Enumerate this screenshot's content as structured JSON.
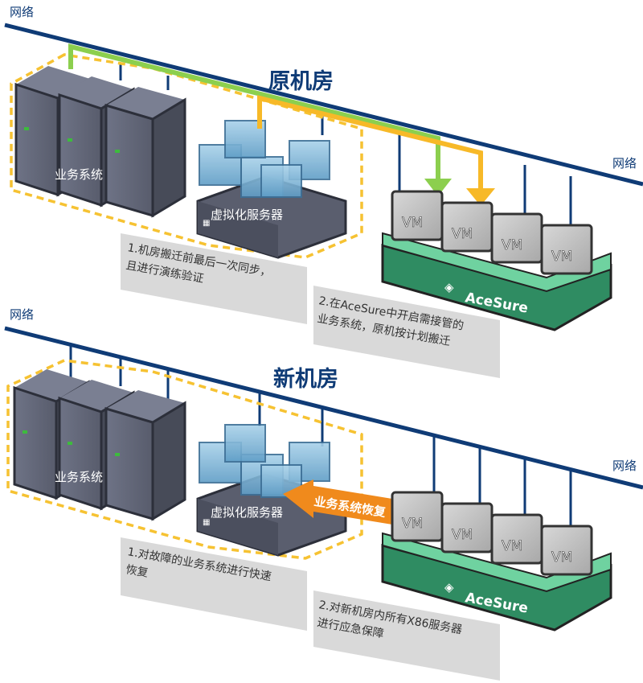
{
  "top": {
    "net_left": "网络",
    "net_right": "网络",
    "title": "原机房",
    "server_label": "业务系统",
    "virt_label": "虚拟化服务器",
    "vm_label": "VM",
    "acesure": "AceSure",
    "note1": [
      "1.机房搬迁前最后一次同步，",
      "且进行演练验证"
    ],
    "note2": [
      "2.在AceSure中开启需接管的",
      "业务系统，原机按计划搬迁"
    ]
  },
  "bottom": {
    "net_left": "网络",
    "net_right": "网络",
    "title": "新机房",
    "server_label": "业务系统",
    "virt_label": "虚拟化服务器",
    "vm_label": "VM",
    "acesure": "AceSure",
    "arrow_label": "业务系统恢复",
    "note1": [
      "1.对故障的业务系统进行快速",
      "恢复"
    ],
    "note2": [
      "2.对新机房内所有X86服务器",
      "进行应急保障"
    ]
  },
  "colors": {
    "network_line": "#0f3b76",
    "title": "#0f3b76",
    "dash": "#f6c232",
    "green_line": "#8ccf4e",
    "yellow_line": "#f7b928",
    "orange_arrow": "#f08a1c",
    "acesure_base": "#3aa878",
    "server_body": "#5f6475",
    "note_bg": "#d9d9d9"
  }
}
